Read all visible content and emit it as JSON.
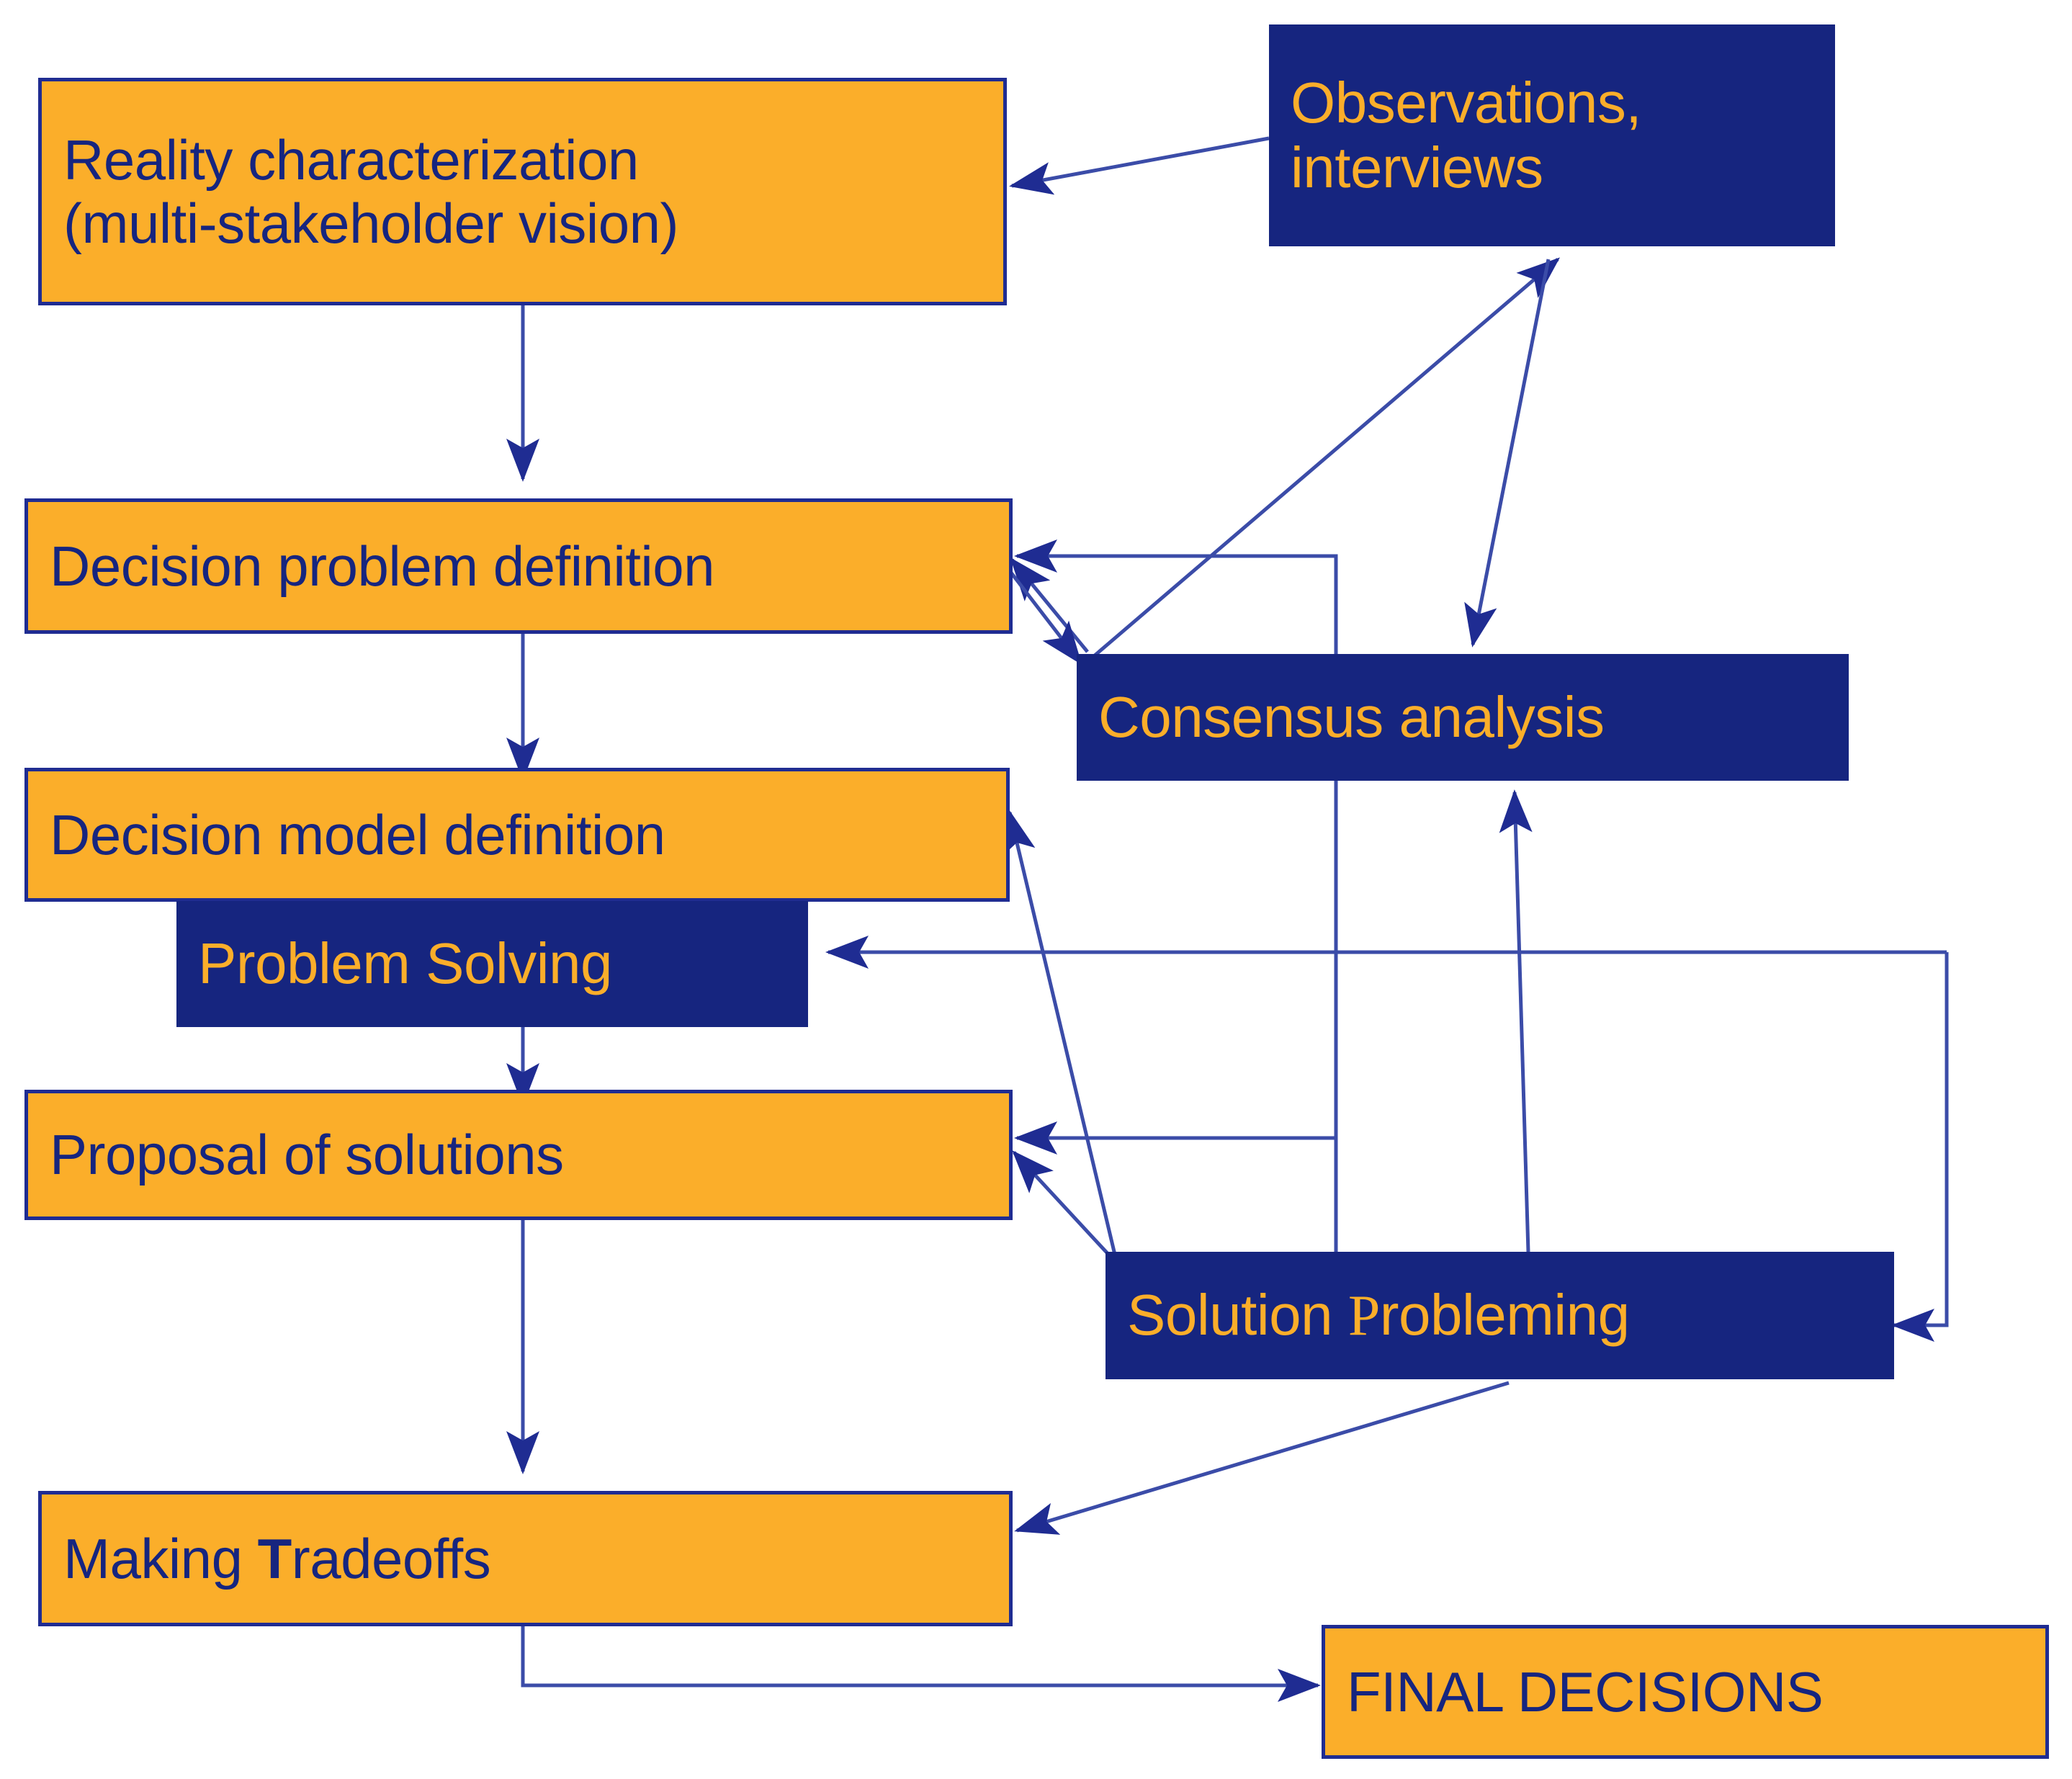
{
  "diagram": {
    "title": "Decision-making process flow",
    "palette": {
      "orange_fill": "#FBAE2A",
      "blue_fill": "#16257F",
      "border_blue": "#1F2C92",
      "text_on_orange": "#16257F",
      "text_on_blue": "#FBAE2A",
      "edge_stroke": "#3B4CA8",
      "background": "#FFFFFF"
    },
    "nodes": [
      {
        "id": "reality",
        "label": "Reality characterization\n(multi-stakeholder vision)",
        "style": "orange"
      },
      {
        "id": "observations",
        "label": "Observations,\ninterviews",
        "style": "blue"
      },
      {
        "id": "problem_def",
        "label": "Decision problem definition",
        "style": "orange"
      },
      {
        "id": "consensus",
        "label": "Consensus analysis",
        "style": "blue"
      },
      {
        "id": "model_def",
        "label": "Decision model definition",
        "style": "orange"
      },
      {
        "id": "problem_solving",
        "label": "Problem Solving",
        "style": "blue"
      },
      {
        "id": "proposal",
        "label": "Proposal of solutions",
        "style": "orange"
      },
      {
        "id": "solution_problreming",
        "label": "Solution Probleming",
        "style": "blue"
      },
      {
        "id": "tradeoffs",
        "label_parts": [
          "Making ",
          "T",
          "radeoffs"
        ],
        "label": "Making Tradeoffs",
        "style": "orange"
      },
      {
        "id": "final",
        "label": "FINAL DECISIONS",
        "style": "orange"
      }
    ],
    "edges": [
      {
        "from": "observations",
        "to": "reality",
        "kind": "straight"
      },
      {
        "from": "reality",
        "to": "problem_def",
        "kind": "straight"
      },
      {
        "from": "consensus",
        "to": "observations",
        "kind": "straight"
      },
      {
        "from": "solution_problreming",
        "to": "observations",
        "kind": "straight"
      },
      {
        "from": "observations",
        "to": "consensus",
        "kind": "straight"
      },
      {
        "from": "consensus",
        "to": "problem_def",
        "kind": "straight"
      },
      {
        "from": "solution_problreming",
        "to": "problem_def",
        "kind": "orthogonal"
      },
      {
        "from": "problem_def",
        "to": "model_def",
        "kind": "straight"
      },
      {
        "from": "solution_problreming",
        "to": "model_def",
        "kind": "straight"
      },
      {
        "from": "problem_solving",
        "to": "proposal",
        "kind": "straight"
      },
      {
        "from": "solution_problreming",
        "to": "proposal",
        "kind": "straight"
      },
      {
        "from": "consensus_path",
        "to": "proposal",
        "kind": "orthogonal"
      },
      {
        "from": "solution_problreming",
        "to": "consensus",
        "kind": "straight"
      },
      {
        "from": "solution_problreming",
        "to": "problem_solving",
        "kind": "orthogonal"
      },
      {
        "from": "problem_solving_loop",
        "to": "solution_problreming",
        "kind": "orthogonal"
      },
      {
        "from": "proposal",
        "to": "tradeoffs",
        "kind": "straight"
      },
      {
        "from": "solution_problreming",
        "to": "tradeoffs",
        "kind": "straight"
      },
      {
        "from": "tradeoffs",
        "to": "final",
        "kind": "orthogonal"
      }
    ]
  }
}
